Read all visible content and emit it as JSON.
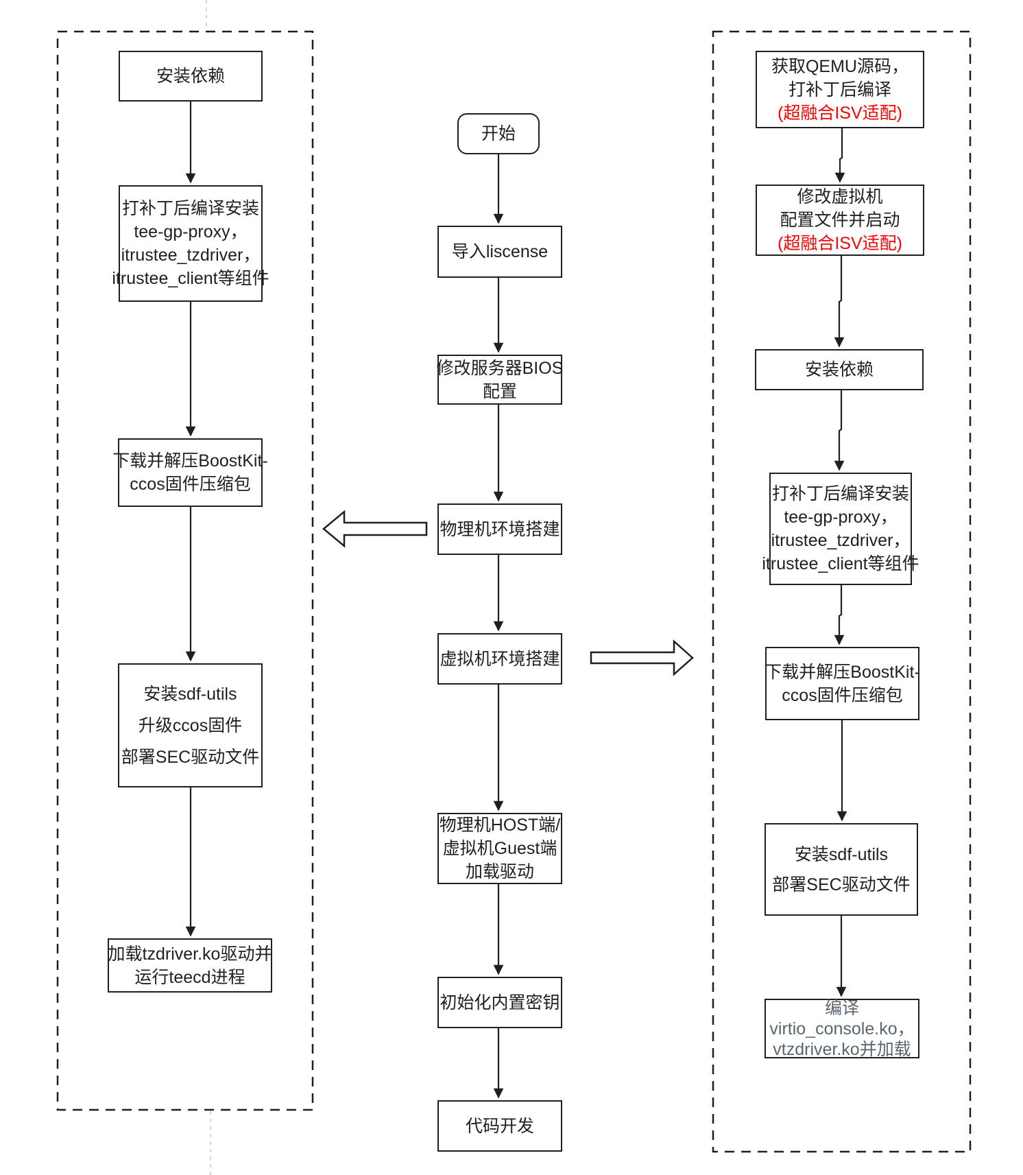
{
  "colors": {
    "line": "#1f1f1f",
    "text": "#1f1f1f",
    "accent_red": "#ff0000",
    "muted_slate": "#5b6770",
    "guide_gray": "#c6c6c6",
    "background": "#ffffff"
  },
  "middle_flow": {
    "start": {
      "label": "开始"
    },
    "steps": [
      {
        "lines": [
          "导入liscense"
        ]
      },
      {
        "lines": [
          "修改服务器BIOS",
          "配置"
        ]
      },
      {
        "lines": [
          "物理机环境搭建"
        ]
      },
      {
        "lines": [
          "虚拟机环境搭建"
        ]
      },
      {
        "lines": [
          "物理机HOST端/",
          "虚拟机Guest端",
          "加载驱动"
        ]
      },
      {
        "lines": [
          "初始化内置密钥"
        ]
      },
      {
        "lines": [
          "代码开发"
        ]
      }
    ]
  },
  "physical_branch": {
    "boxes": [
      {
        "lines": [
          "安装依赖"
        ]
      },
      {
        "lines": [
          "打补丁后编译安装",
          "tee-gp-proxy，",
          "itrustee_tzdriver，",
          "itrustee_client等组件"
        ]
      },
      {
        "lines": [
          "下载并解压BoostKit-",
          "ccos固件压缩包"
        ]
      },
      {
        "lines": [
          "安装sdf-utils",
          "升级ccos固件",
          "部署SEC驱动文件"
        ]
      },
      {
        "lines": [
          "加载tzdriver.ko驱动并",
          "运行teecd进程"
        ]
      }
    ]
  },
  "virtual_branch": {
    "boxes": [
      {
        "lines": [
          "获取QEMU源码，",
          "打补丁后编译",
          "(超融合ISV适配)"
        ]
      },
      {
        "lines": [
          "修改虚拟机",
          "配置文件并启动",
          "(超融合ISV适配)"
        ]
      },
      {
        "lines": [
          "安装依赖"
        ]
      },
      {
        "lines": [
          "打补丁后编译安装",
          "tee-gp-proxy，",
          "itrustee_tzdriver，",
          "itrustee_client等组件"
        ]
      },
      {
        "lines": [
          "下载并解压BoostKit-",
          "ccos固件压缩包"
        ]
      },
      {
        "lines": [
          "安装sdf-utils",
          "部署SEC驱动文件"
        ]
      },
      {
        "lines": [
          "编译",
          "virtio_console.ko，",
          "vtzdriver.ko并加载"
        ]
      }
    ]
  }
}
